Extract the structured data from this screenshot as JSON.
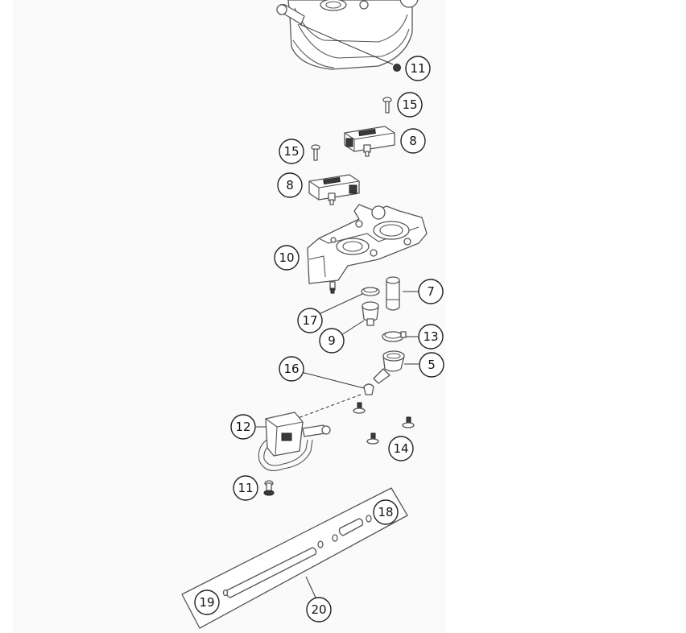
{
  "callouts": [
    {
      "id": "c11a",
      "label": "11"
    },
    {
      "id": "c15a",
      "label": "15"
    },
    {
      "id": "c8a",
      "label": "8"
    },
    {
      "id": "c15b",
      "label": "15"
    },
    {
      "id": "c8b",
      "label": "8"
    },
    {
      "id": "c10",
      "label": "10"
    },
    {
      "id": "c7",
      "label": "7"
    },
    {
      "id": "c17",
      "label": "17"
    },
    {
      "id": "c9",
      "label": "9"
    },
    {
      "id": "c13",
      "label": "13"
    },
    {
      "id": "c5",
      "label": "5"
    },
    {
      "id": "c16",
      "label": "16"
    },
    {
      "id": "c12",
      "label": "12"
    },
    {
      "id": "c14",
      "label": "14"
    },
    {
      "id": "c11b",
      "label": "11"
    },
    {
      "id": "c18",
      "label": "18"
    },
    {
      "id": "c19",
      "label": "19"
    },
    {
      "id": "c20",
      "label": "20"
    }
  ]
}
